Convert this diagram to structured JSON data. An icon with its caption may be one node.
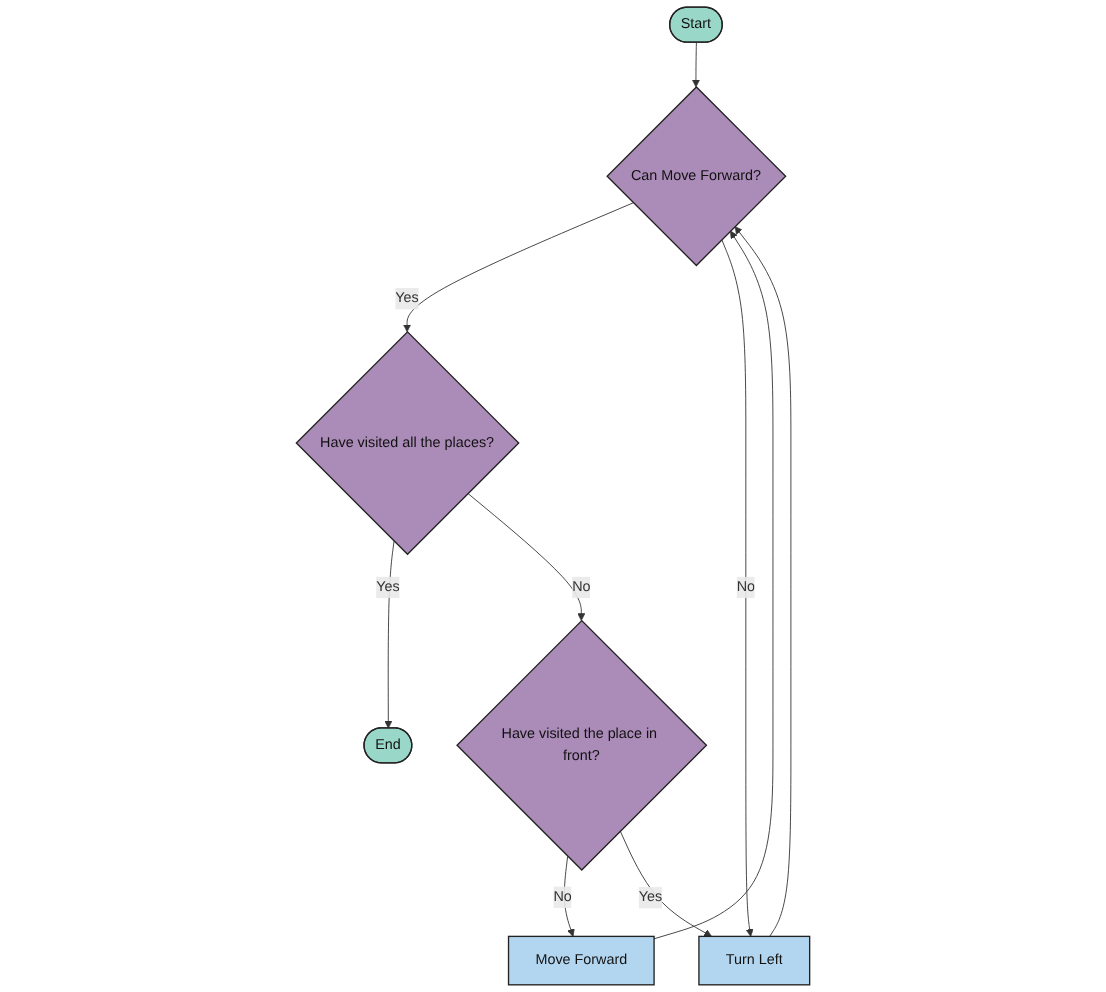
{
  "diagram": {
    "nodes": [
      {
        "text": [
          "Start"
        ]
      },
      {
        "text": [
          "Can Move Forward?"
        ]
      },
      {
        "text": [
          "Have visited all the places?"
        ]
      },
      {
        "text": [
          "End"
        ]
      },
      {
        "text": [
          "Have visited the place in front?"
        ]
      },
      {
        "text": [
          "Move Forward"
        ]
      },
      {
        "text": [
          "Turn Left"
        ]
      }
    ],
    "edges": [
      {
        "from": 0,
        "to": 1,
        "arrow": "to"
      },
      {
        "from": 1,
        "to": 2,
        "label": "Yes",
        "arrow": "to"
      },
      {
        "from": 1,
        "to": 6,
        "label": "No",
        "arrow": "to"
      },
      {
        "from": 2,
        "to": 3,
        "label": "Yes",
        "arrow": "to"
      },
      {
        "from": 2,
        "to": 4,
        "label": "No",
        "arrow": "to"
      },
      {
        "from": 4,
        "to": 5,
        "label": "No",
        "arrow": "to"
      },
      {
        "from": 4,
        "to": 6,
        "label": "Yes",
        "arrow": "to"
      },
      {
        "from": 5,
        "to": 1,
        "arrow": "to"
      },
      {
        "from": 6,
        "to": 1,
        "arrow": "to"
      }
    ]
  }
}
